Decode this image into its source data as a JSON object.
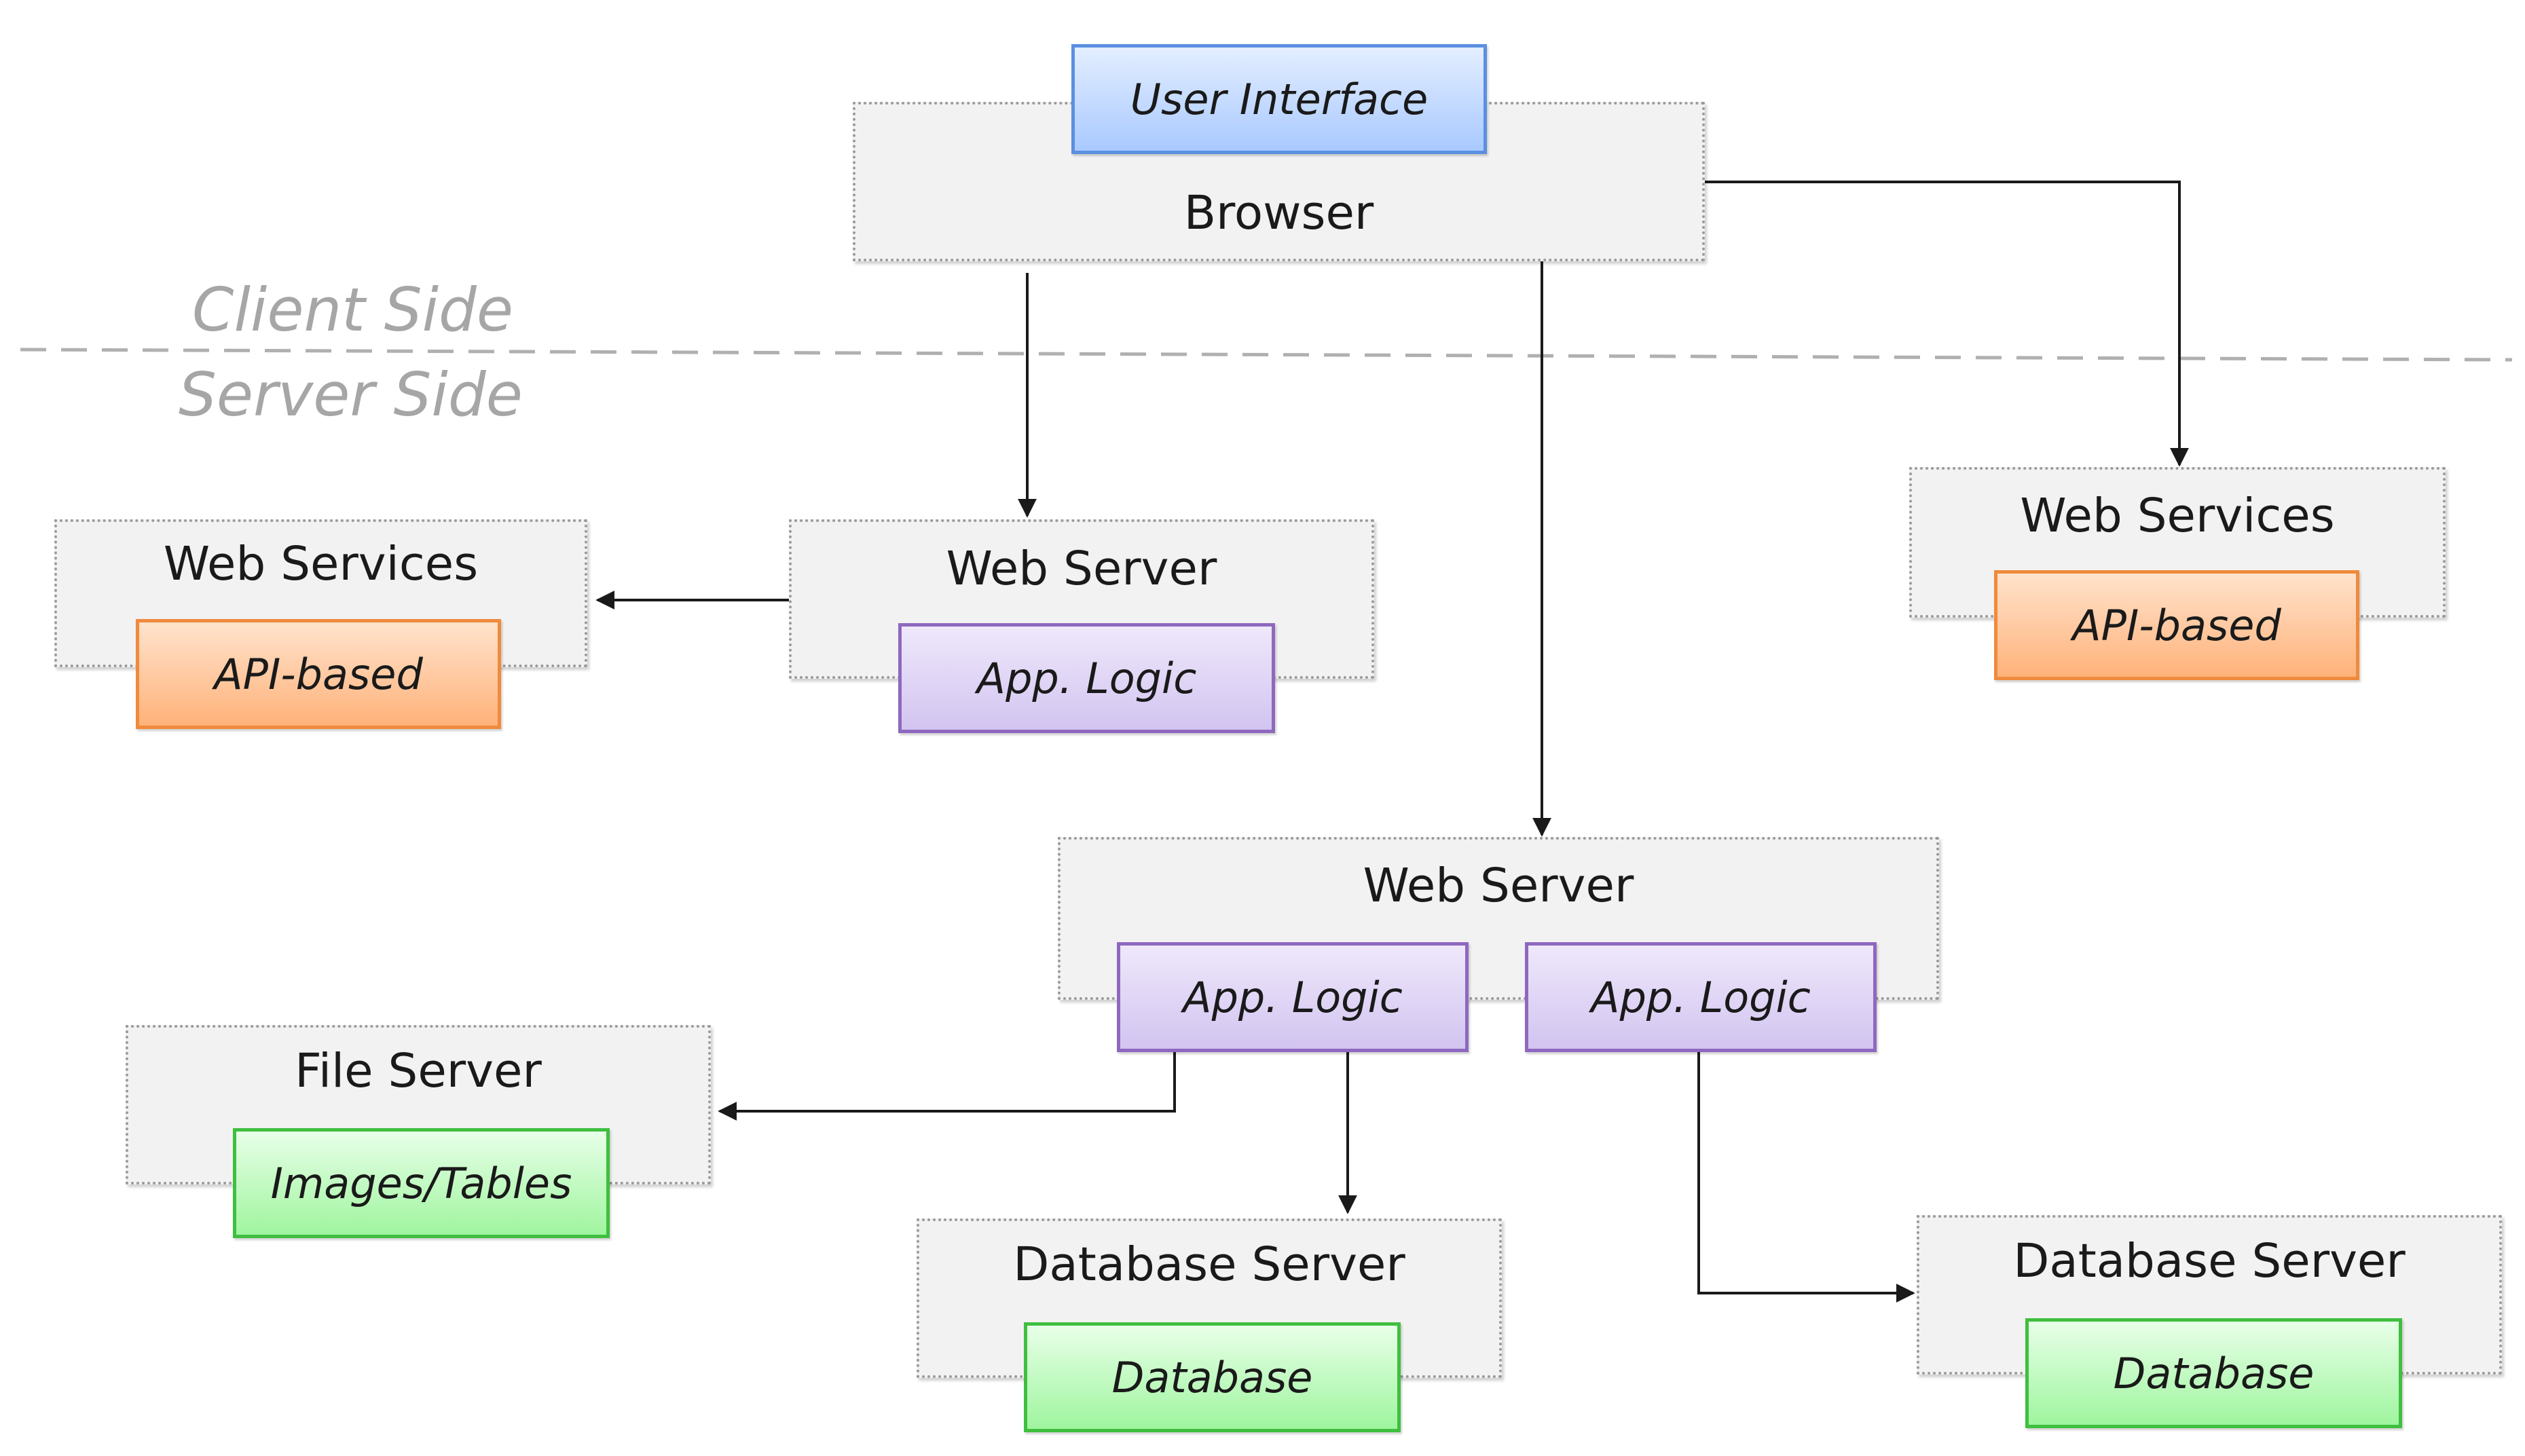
{
  "diagram": {
    "labels": {
      "client_side": "Client Side",
      "server_side": "Server Side"
    },
    "browser": {
      "title": "Browser",
      "user_interface": "User Interface"
    },
    "web_services_left": {
      "title": "Web Services",
      "component": "API-based"
    },
    "web_server_upper": {
      "title": "Web Server",
      "component": "App. Logic"
    },
    "web_services_right": {
      "title": "Web Services",
      "component": "API-based"
    },
    "web_server_lower": {
      "title": "Web Server",
      "components": [
        "App. Logic",
        "App. Logic"
      ]
    },
    "file_server": {
      "title": "File Server",
      "component": "Images/Tables"
    },
    "database_server_center": {
      "title": "Database Server",
      "component": "Database"
    },
    "database_server_right": {
      "title": "Database Server",
      "component": "Database"
    },
    "colors": {
      "ui_fill": "#a9c9ff",
      "api_fill": "#ffb27a",
      "logic_fill": "#d2c4f0",
      "data_fill": "#9ff59f",
      "container_fill": "#f2f2f2",
      "connector": "#1a1a1a",
      "divider": "#b0b0b0"
    }
  }
}
